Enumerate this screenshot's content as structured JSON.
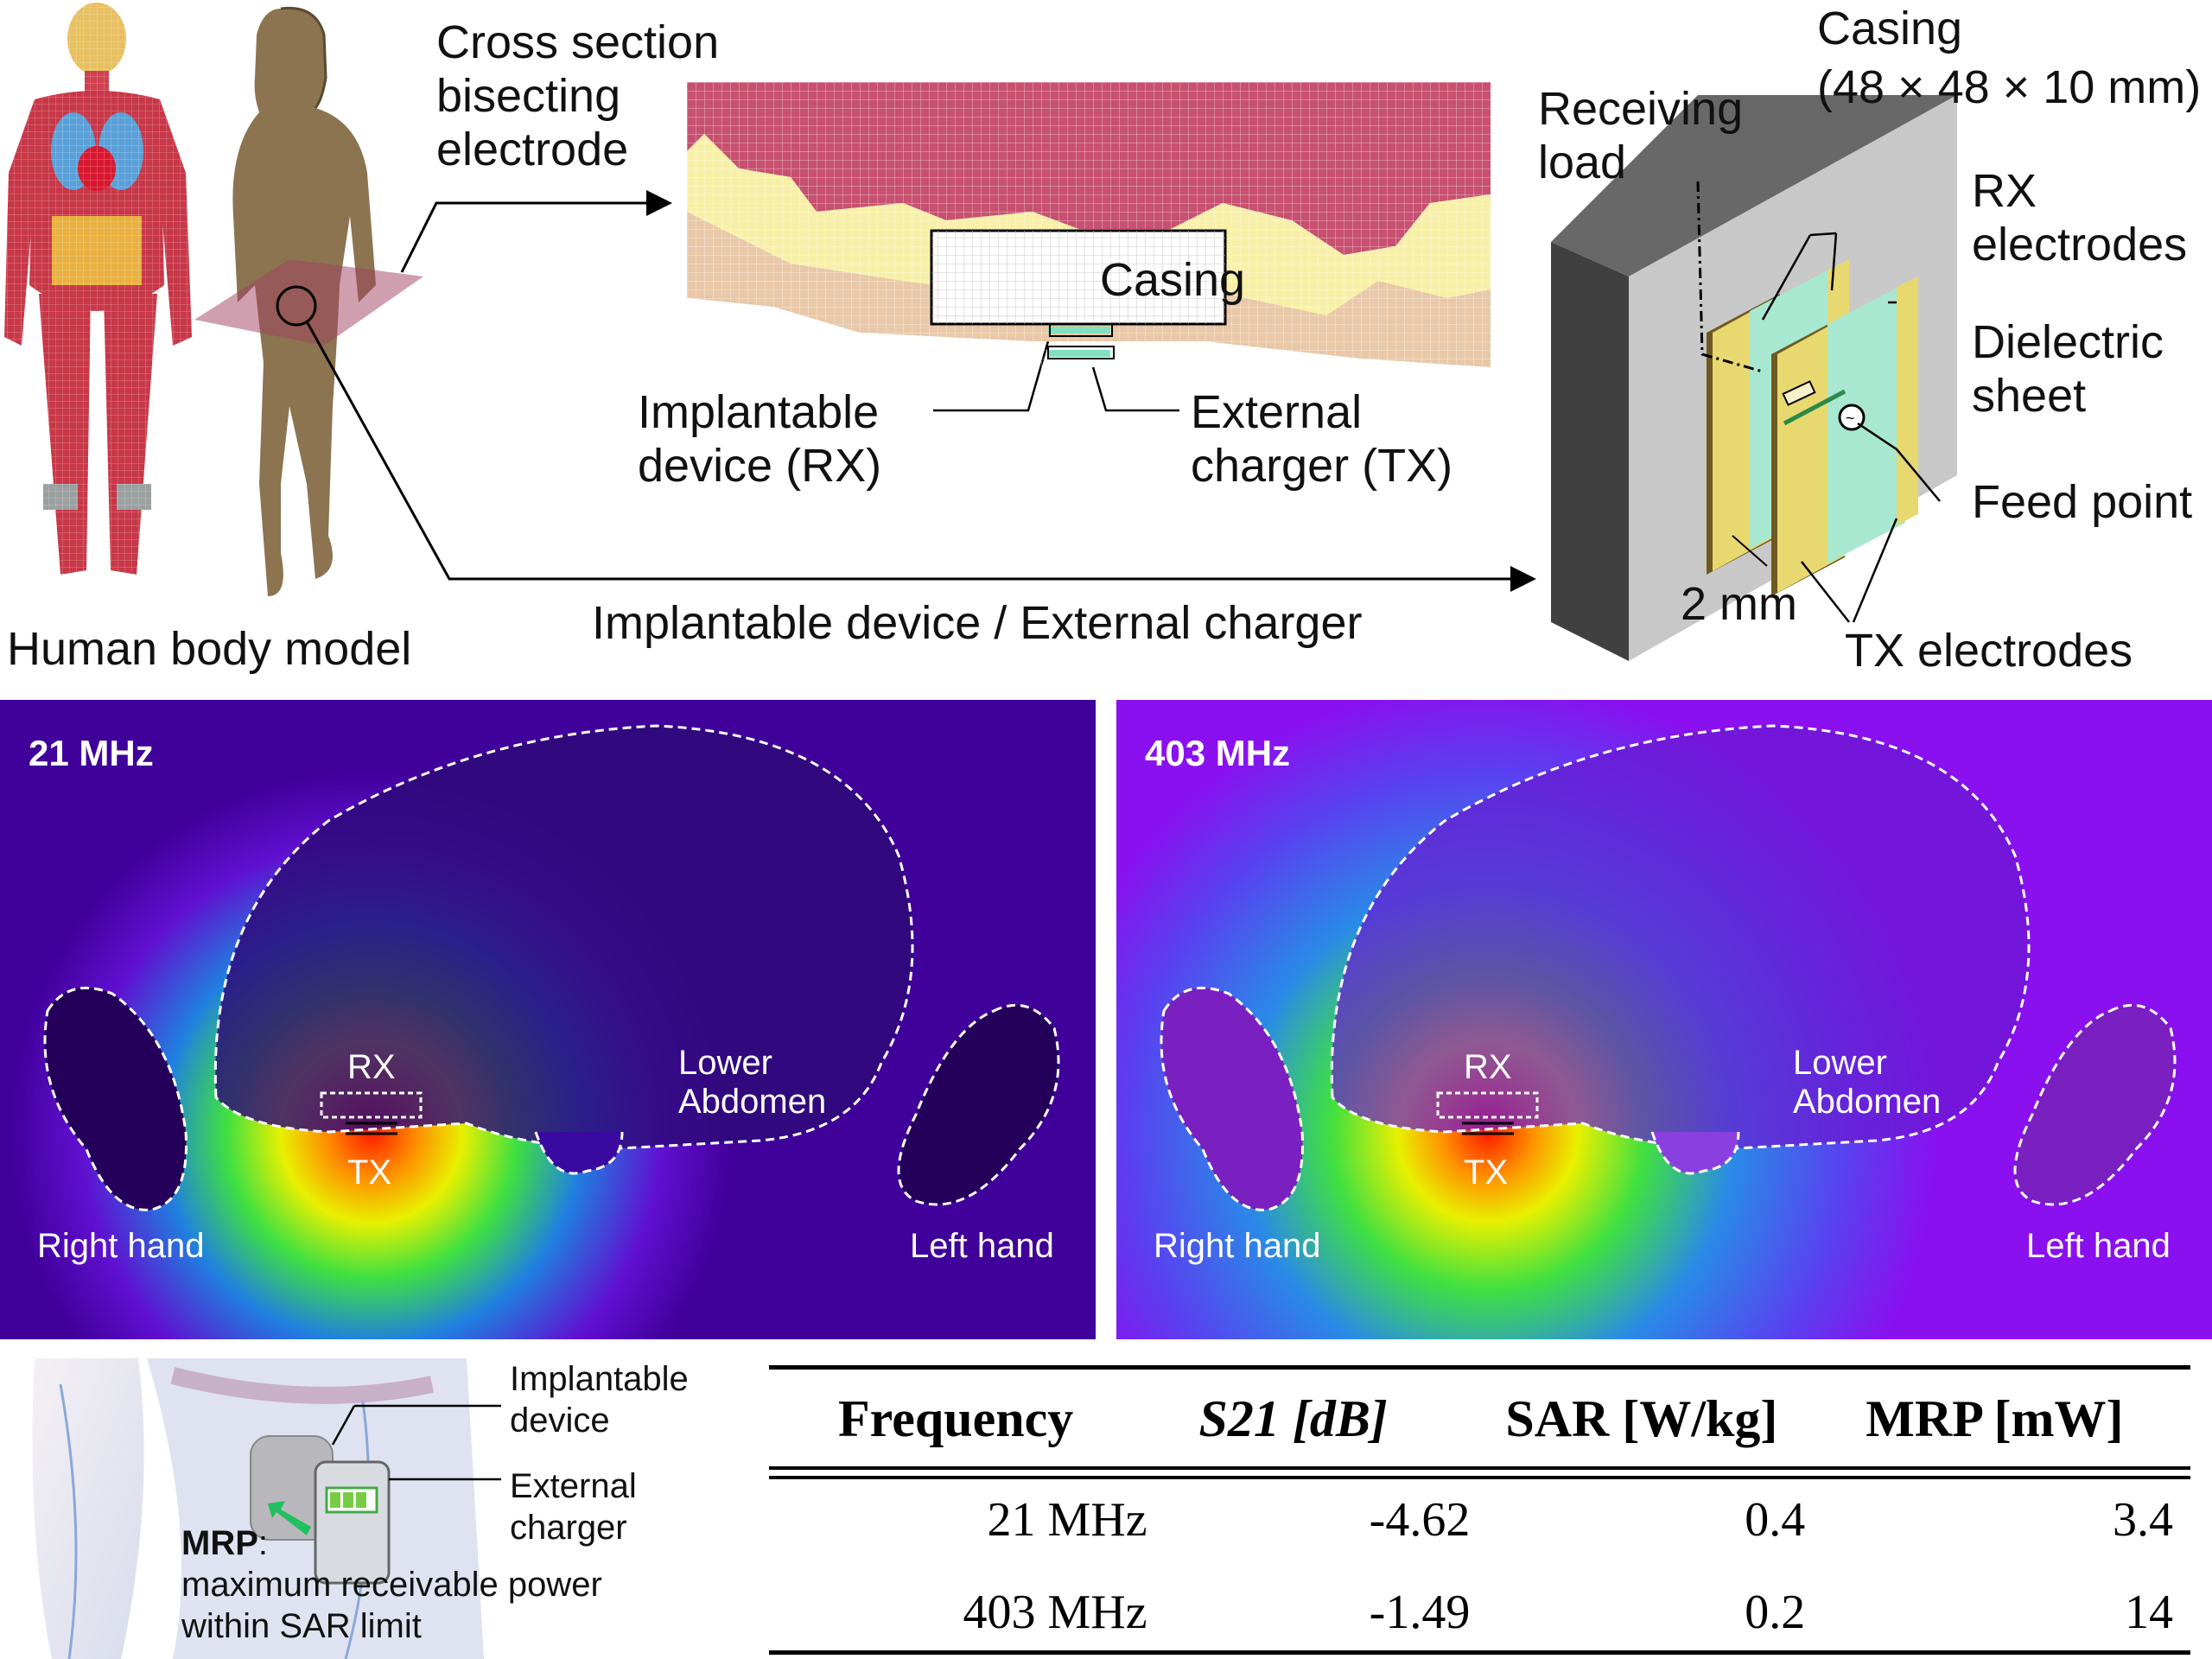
{
  "top": {
    "body_model_label": "Human body model",
    "cross_section_label": "Cross section\nbisecting\nelectrode",
    "casing_inner_label": "Casing",
    "implantable_rx_label": "Implantable\ndevice (RX)",
    "external_tx_label": "External\ncharger (TX)",
    "connection_label": "Implantable device / External charger",
    "casing_label": "Casing",
    "casing_dims": "(48 × 48 × 10 mm)",
    "receiving_load_label": "Receiving\nload",
    "rx_electrodes_label": "RX\nelectrodes",
    "dielectric_label": "Dielectric\nsheet",
    "feed_point_label": "Feed point",
    "gap_label": "2 mm",
    "tx_electrodes_label": "TX electrodes"
  },
  "panels": [
    {
      "frequency": "21 MHz",
      "rx": "RX",
      "tx": "TX",
      "abdomen": "Lower\nAbdomen",
      "right_hand": "Right hand",
      "left_hand": "Left hand"
    },
    {
      "frequency": "403 MHz",
      "rx": "RX",
      "tx": "TX",
      "abdomen": "Lower\nAbdomen",
      "right_hand": "Right hand",
      "left_hand": "Left hand"
    }
  ],
  "illustration": {
    "implantable_label": "Implantable\ndevice",
    "external_label": "External\ncharger",
    "mrp_term": "MRP",
    "mrp_definition": ":\nmaximum receivable power\nwithin SAR limit"
  },
  "table": {
    "headers": [
      "Frequency",
      "S21 [dB]",
      "SAR [W/kg]",
      "MRP [mW]"
    ],
    "rows": [
      [
        "21 MHz",
        "-4.62",
        "0.4",
        "3.4"
      ],
      [
        "403 MHz",
        "-1.49",
        "0.2",
        "14"
      ]
    ]
  },
  "colors": {
    "field_low": "#5a00c8",
    "field_high": "#ff2000",
    "electrode": "#e8d870",
    "dielectric": "#a8e8d0",
    "casing": "#b0b0b0"
  }
}
